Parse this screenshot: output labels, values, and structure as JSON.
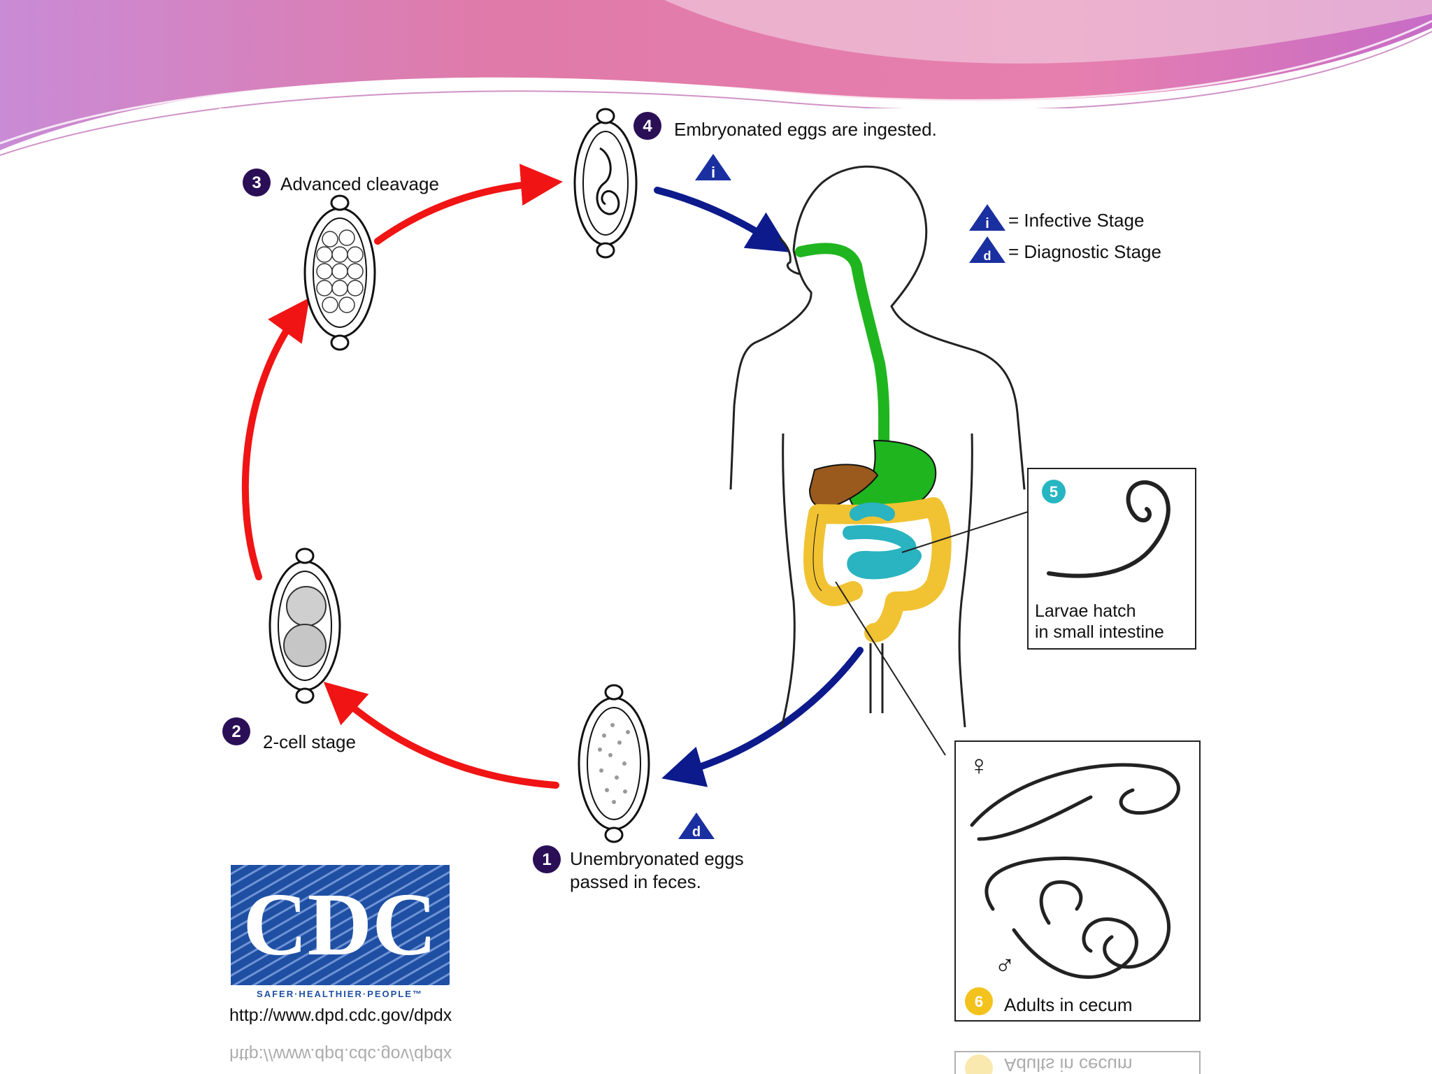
{
  "steps": [
    {
      "number": "1",
      "text_line1": "Unembryonated eggs",
      "text_line2": "passed in feces."
    },
    {
      "number": "2",
      "text": "2-cell stage"
    },
    {
      "number": "3",
      "text": "Advanced cleavage"
    },
    {
      "number": "4",
      "text": "Embryonated eggs are ingested."
    },
    {
      "number": "5",
      "text_line1": "Larvae hatch",
      "text_line2": "in small intestine"
    },
    {
      "number": "6",
      "text": "Adults in cecum"
    }
  ],
  "legend": {
    "infective_symbol": "i",
    "infective_label": "= Infective Stage",
    "diagnostic_symbol": "d",
    "diagnostic_label": "= Diagnostic Stage"
  },
  "symbols": {
    "female": "♀",
    "male": "♂"
  },
  "logo": {
    "text": "CDC",
    "tagline": "SAFER·HEALTHIER·PEOPLE™",
    "url": "http://www.dpd.cdc.gov/dpdx"
  },
  "colors": {
    "cycle_arrow": "#f01414",
    "host_arrow": "#0c1a8c",
    "step_badge": "#2b0f56",
    "step5_badge": "#26b6c2",
    "step6_badge": "#f3c21c",
    "legend_triangle": "#1a2fa0",
    "esophagus_stomach": "#1fb51f",
    "liver": "#9a5a1e",
    "large_intestine": "#f1c232",
    "small_intestine": "#2ab3c0",
    "cdc_blue": "#1e4fa3",
    "header_pink": "#e07aa8"
  }
}
